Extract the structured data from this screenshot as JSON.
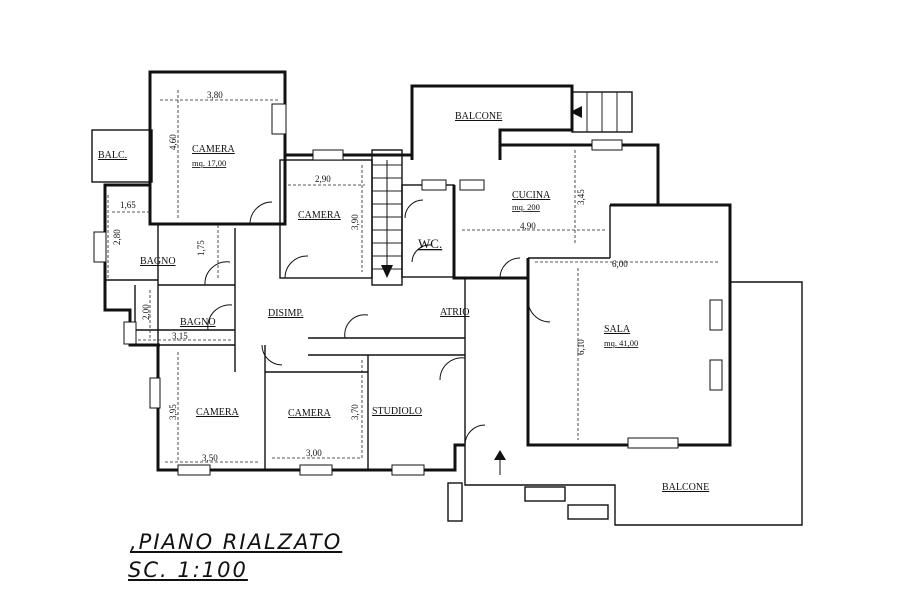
{
  "title": ",PIANO RIALZATO",
  "scale": "SC. 1:100",
  "rooms": {
    "camera_1": {
      "label": "CAMERA",
      "area": "mq. 17,00"
    },
    "balc_small": {
      "label": "BALC."
    },
    "bagno_1": {
      "label": "BAGNO"
    },
    "bagno_2": {
      "label": "BAGNO"
    },
    "camera_2": {
      "label": "CAMERA"
    },
    "disimp": {
      "label": "DISIMP."
    },
    "wc": {
      "label": "WC."
    },
    "balcone_top": {
      "label": "BALCONE"
    },
    "cucina": {
      "label": "CUCINA",
      "area": "mq. 200"
    },
    "atrio": {
      "label": "ATRIO"
    },
    "sala": {
      "label": "SALA",
      "area": "mq. 41,00"
    },
    "camera_3": {
      "label": "CAMERA"
    },
    "camera_4": {
      "label": "CAMERA"
    },
    "studiolo": {
      "label": "STUDIOLO"
    },
    "balcone_bottom": {
      "label": "BALCONE"
    }
  },
  "dimensions": {
    "camera_1_width": "3,80",
    "camera_1_depth": "4,60",
    "balc_width": "1,65",
    "bagno_1_depth": "2,80",
    "bagno_1_side": "1,75",
    "camera_2_width": "2,90",
    "camera_2_depth": "3,90",
    "cucina_depth": "3,45",
    "cucina_width": "4,90",
    "sala_width": "6,00",
    "sala_depth": "6,10",
    "bagno_2_depth": "2,00",
    "bagno_2_width": "3,15",
    "camera_3_depth": "3,95",
    "camera_3_width": "3,50",
    "camera_4_depth": "3,70",
    "camera_4_width": "3,00"
  }
}
